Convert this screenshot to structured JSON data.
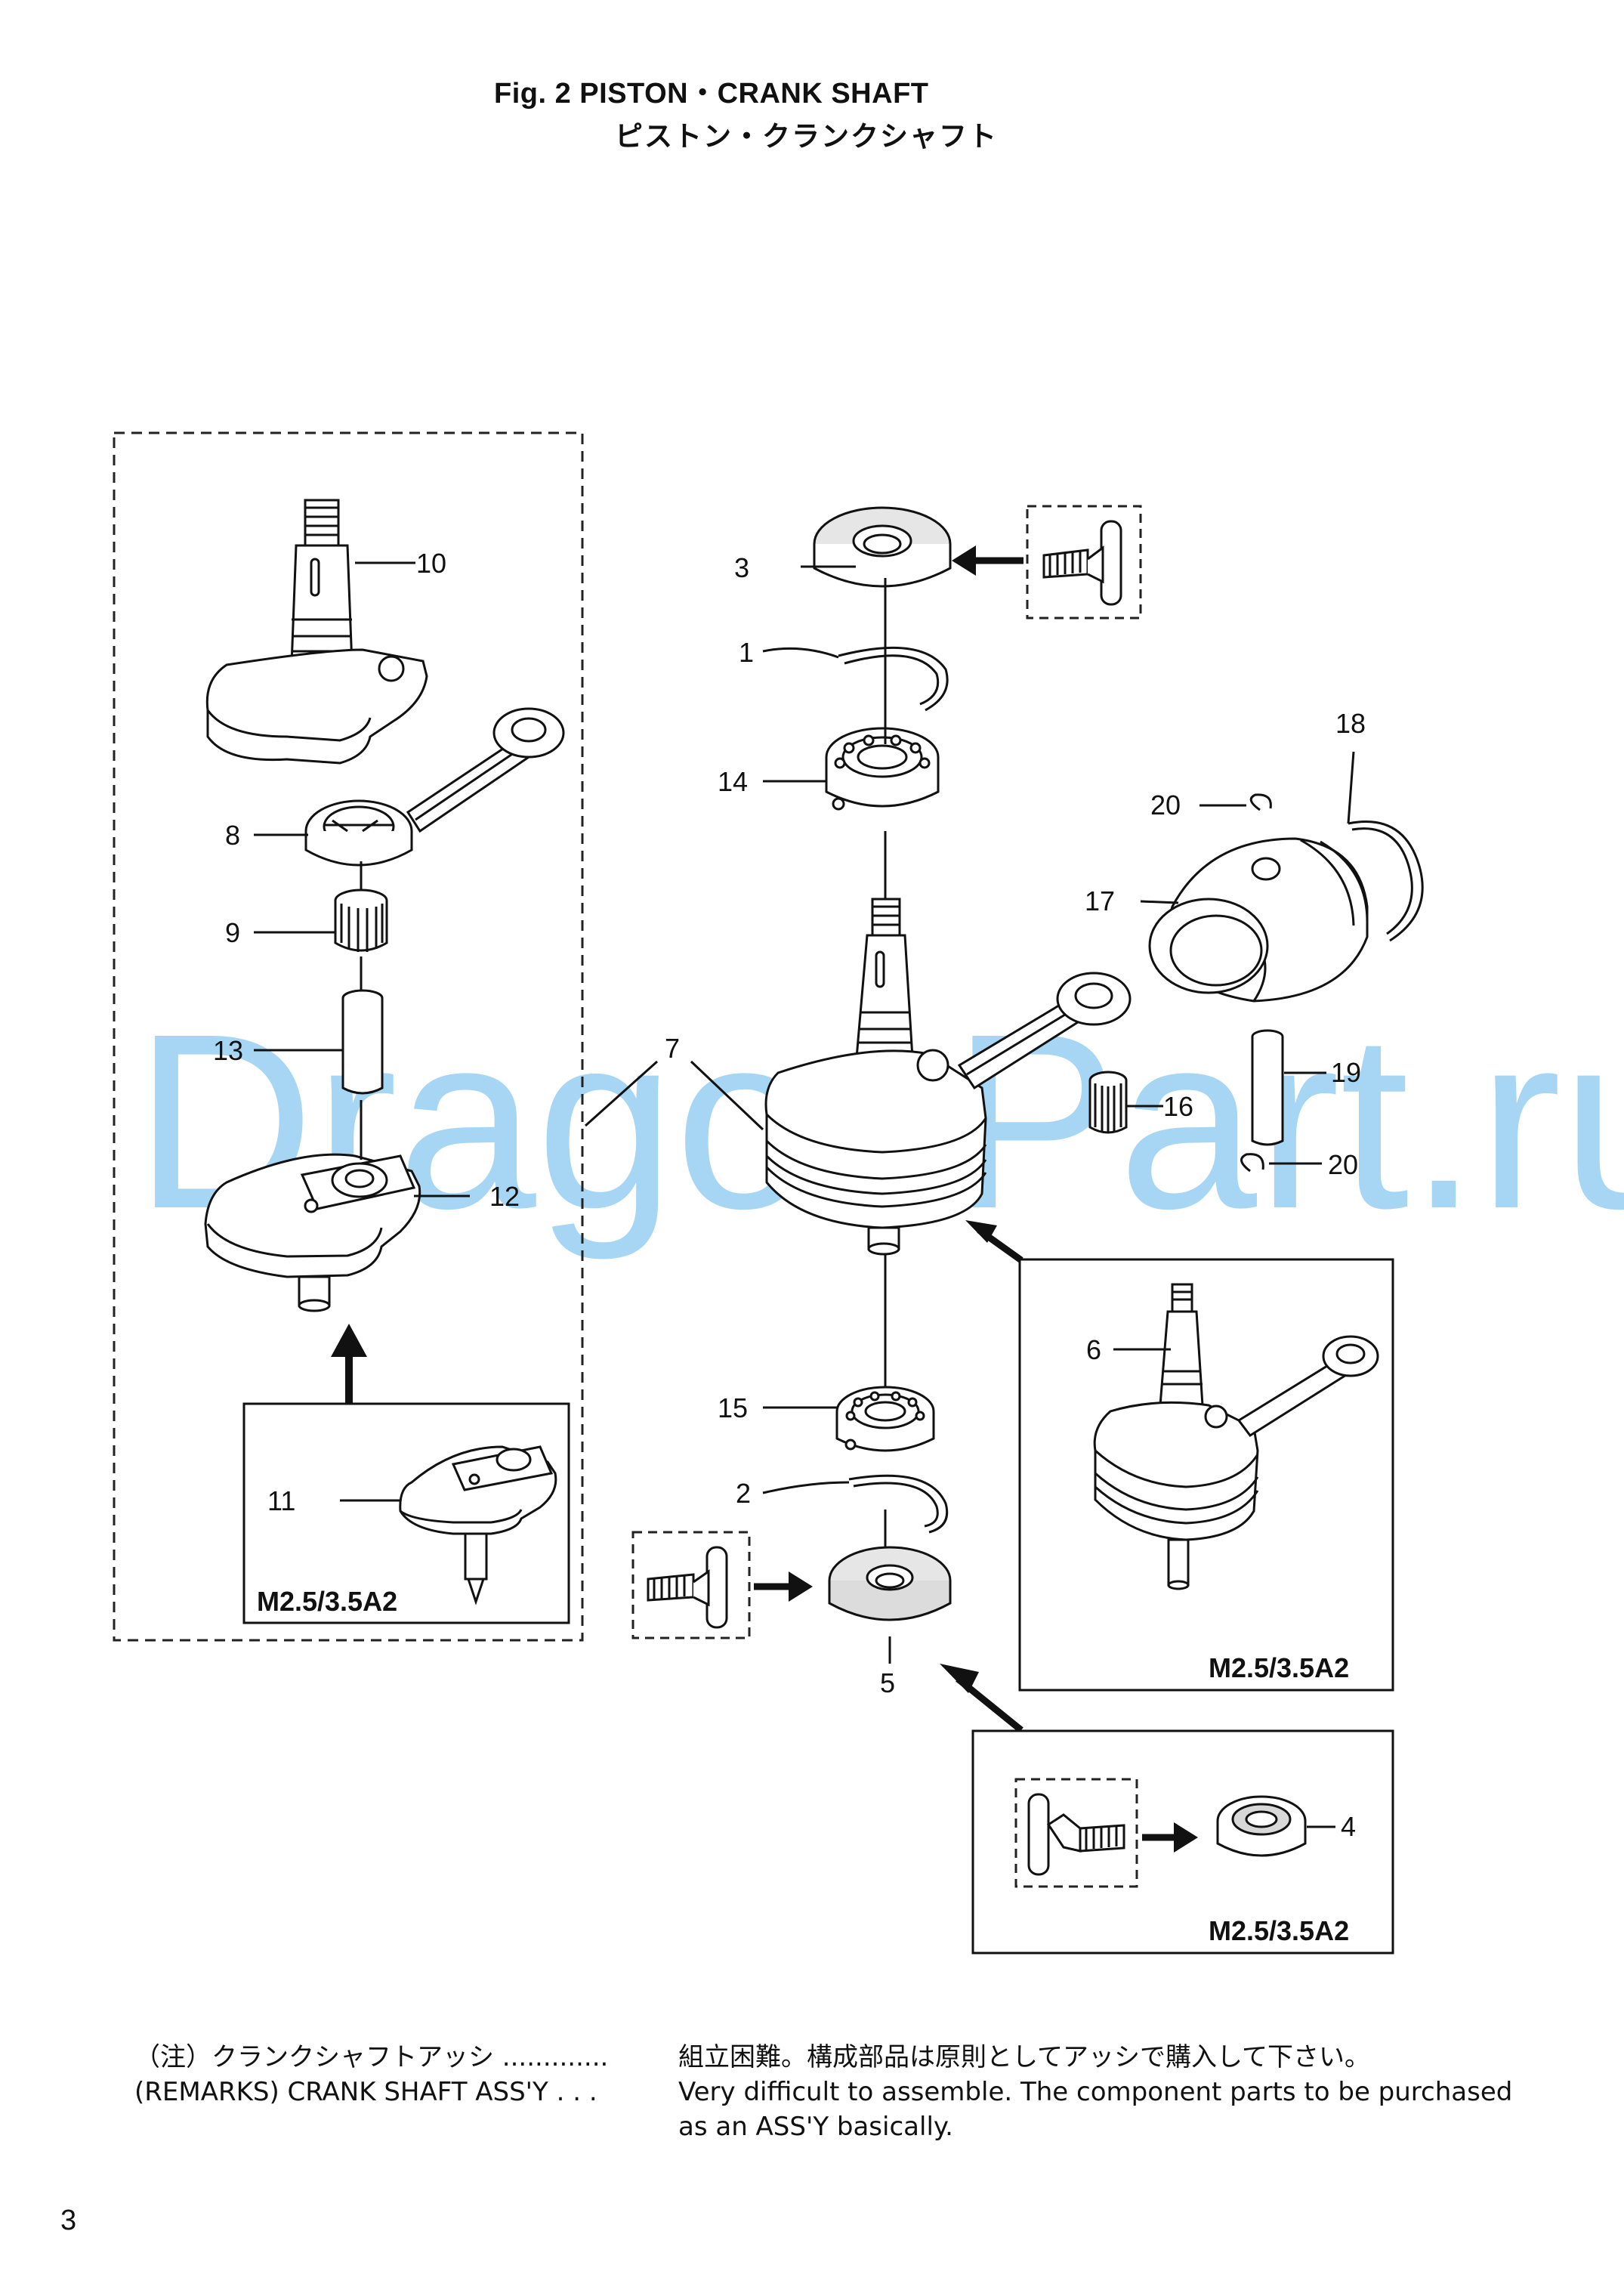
{
  "header": {
    "title_en": "Fig. 2    PISTON・CRANK SHAFT",
    "title_ja": "ピストン・クランクシャフト"
  },
  "callouts": {
    "c1": "1",
    "c2": "2",
    "c3": "3",
    "c4": "4",
    "c5": "5",
    "c6": "6",
    "c7": "7",
    "c8": "8",
    "c9": "9",
    "c10": "10",
    "c11": "11",
    "c12": "12",
    "c13": "13",
    "c14": "14",
    "c15": "15",
    "c16": "16",
    "c17": "17",
    "c18": "18",
    "c19": "19",
    "c20a": "20",
    "c20b": "20"
  },
  "models": {
    "left_box": "M2.5/3.5A2",
    "right_box": "M2.5/3.5A2",
    "bottom_box": "M2.5/3.5A2"
  },
  "watermark": "DragonPart.ru",
  "remarks": [
    {
      "key": "（注）クランクシャフトアッシ  .............",
      "value": "組立困難。構成部品は原則としてアッシで購入して下さい。"
    },
    {
      "key": "(REMARKS) CRANK SHAFT ASS'Y . . .",
      "value": "Very difficult to assemble. The component parts to be purchased as an ASS'Y basically."
    }
  ],
  "page_number": "3"
}
